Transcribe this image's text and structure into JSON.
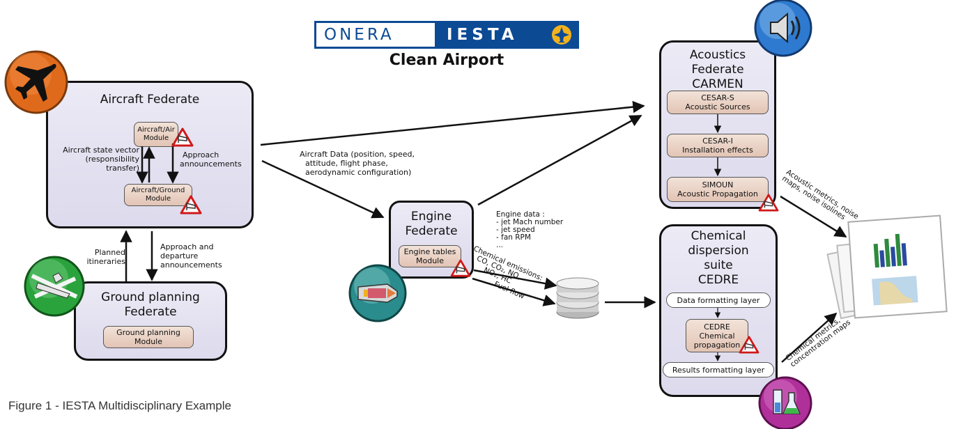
{
  "logo": {
    "onera": "ONERA",
    "iesta": "IESTA"
  },
  "header": {
    "subtitle": "Clean Airport"
  },
  "aircraft": {
    "title": "Aircraft Federate",
    "air_module": [
      "Aircraft/Air",
      "Module"
    ],
    "ground_module": [
      "Aircraft/Ground",
      "Module"
    ],
    "state_vector": [
      "Aircraft state vector",
      "(responsibility",
      "transfer)"
    ],
    "approach": [
      "Approach",
      "announcements"
    ]
  },
  "links": {
    "planned": [
      "Planned",
      "itineraries"
    ],
    "approach_departure": [
      "Approach and",
      "departure",
      "announcements"
    ],
    "aircraft_data": [
      "Aircraft Data (position, speed,",
      "attitude, flight phase,",
      "aerodynamic configuration)"
    ],
    "engine_data": [
      "Engine data :",
      "- jet Mach number",
      "- jet speed",
      "- fan RPM",
      "..."
    ],
    "chemical_emissions": [
      "Chemical emissions:",
      "CO, CO₂, NO,",
      "NO₂, HC"
    ],
    "fuel_flow": "Fuel flow",
    "acoustic_metrics": [
      "Acoustic metrics, noise",
      "maps, noise isolines"
    ],
    "chemical_metrics": [
      "Chemical metrics,",
      "concentration maps"
    ]
  },
  "ground": {
    "title": [
      "Ground planning",
      "Federate"
    ],
    "module": [
      "Ground planning",
      "Module"
    ]
  },
  "engine": {
    "title": [
      "Engine",
      "Federate"
    ],
    "module": [
      "Engine tables",
      "Module"
    ]
  },
  "acoustics": {
    "title": [
      "Acoustics",
      "Federate",
      "CARMEN"
    ],
    "modules": [
      [
        "CESAR-S",
        "Acoustic Sources"
      ],
      [
        "CESAR-I",
        "Installation effects"
      ],
      [
        "SIMOUN",
        "Acoustic Propagation"
      ]
    ]
  },
  "chemical": {
    "title": [
      "Chemical",
      "dispersion",
      "suite",
      "CEDRE"
    ],
    "modules": [
      [
        "Data formatting layer"
      ],
      [
        "CEDRE",
        "Chemical",
        "propagation"
      ],
      [
        "Results formatting layer"
      ]
    ]
  },
  "caption": "Figure 1 - IESTA Multidisciplinary Example",
  "colors": {
    "onera_blue": "#0c4a94",
    "aircraft_icon": "#e06a1c",
    "acoustics_icon": "#2e7ad0",
    "ground_icon": "#2aa33c",
    "engine_icon": "#2a8c8c",
    "chemical_icon": "#b0309a",
    "module_fill": "#e8cfc2",
    "federate_fill": "#e3e1f0"
  },
  "icons": [
    "airplane-icon",
    "speaker-icon",
    "airport-icon",
    "jet-engine-icon",
    "chemistry-flask-icon",
    "database-icon",
    "report-pages-icon",
    "windsock-warning-icon"
  ]
}
